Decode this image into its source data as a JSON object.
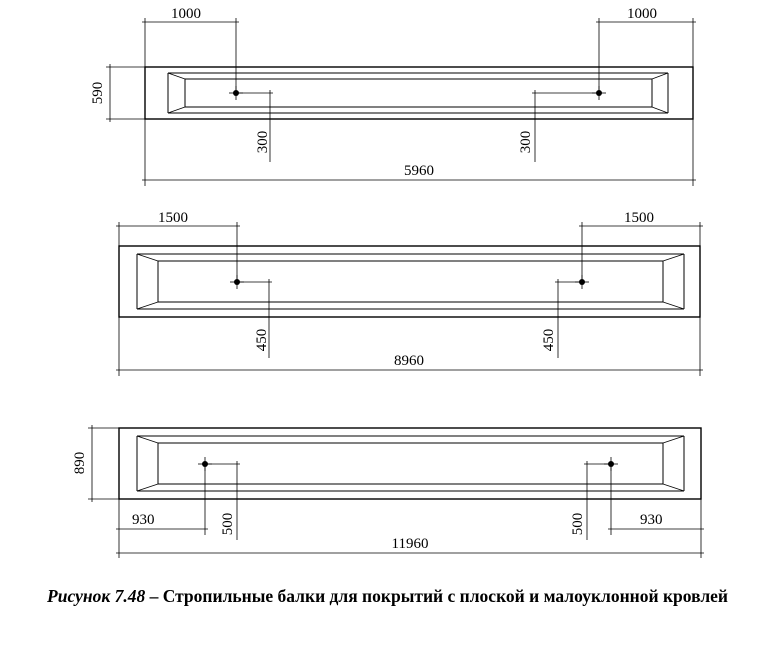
{
  "beams": [
    {
      "id": "beam-6m",
      "length_label": "5960",
      "height_label": "590",
      "left_offset_label": "1000",
      "right_offset_label": "1000",
      "left_vertical_label": "300",
      "right_vertical_label": "300"
    },
    {
      "id": "beam-9m",
      "length_label": "8960",
      "left_offset_label": "1500",
      "right_offset_label": "1500",
      "left_vertical_label": "450",
      "right_vertical_label": "450"
    },
    {
      "id": "beam-12m",
      "length_label": "11960",
      "height_label": "890",
      "left_offset_label": "930",
      "right_offset_label": "930",
      "left_vertical_label": "500",
      "right_vertical_label": "500"
    }
  ],
  "caption": {
    "figure_label": "Рисунок 7.48",
    "dash": " – ",
    "text": "Стропильные балки для покрытий с плоской и малоуклонной кровлей"
  }
}
